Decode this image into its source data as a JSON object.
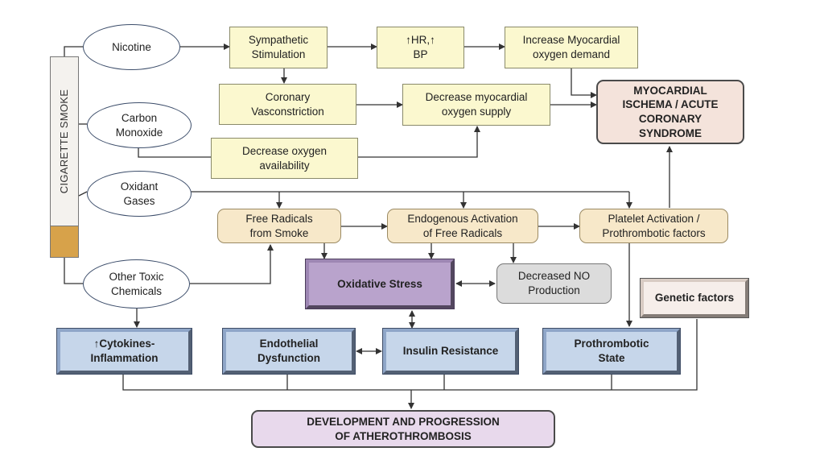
{
  "cigarette": {
    "label": "CIGARETTE SMOKE"
  },
  "sources": {
    "nicotine": "Nicotine",
    "carbon_monoxide": "Carbon\nMonoxide",
    "oxidant_gases": "Oxidant\nGases",
    "other_toxic": "Other Toxic\nChemicals"
  },
  "nodes": {
    "sympathetic": "Sympathetic\nStimulation",
    "hr_bp": "↑HR,↑\nBP",
    "increase_demand": "Increase Myocardial\noxygen demand",
    "coronary": "Coronary\nVasconstriction",
    "decrease_supply": "Decrease myocardial\noxygen supply",
    "myocardial_ischema": "MYOCARDIAL\nISCHEMA / ACUTE\nCORONARY\nSYNDROME",
    "decrease_oxygen": "Decrease oxygen\navailability",
    "free_radicals": "Free Radicals\nfrom Smoke",
    "endogenous": "Endogenous Activation\nof Free Radicals",
    "platelet": "Platelet Activation /\nProthrombotic factors",
    "oxidative_stress": "Oxidative Stress",
    "decreased_no": "Decreased NO\nProduction",
    "genetic": "Genetic factors",
    "cytokines": "↑Cytokines-\nInflammation",
    "endothelial": "Endothelial\nDysfunction",
    "insulin": "Insulin Resistance",
    "prothrombotic": "Prothrombotic\nState",
    "development": "DEVELOPMENT AND PROGRESSION\nOF ATHEROTHROMBOSIS"
  },
  "colors": {
    "ellipse_border": "#3d4e6b",
    "yellow_fill": "#fbf8cf",
    "tan_fill": "#f7e8c9",
    "blue_fill": "#c6d6ea",
    "purple_fill": "#b9a3cc",
    "pink_fill": "#f4e3db",
    "lavender_fill": "#e8d9ec",
    "filter_fill": "#d7a24a",
    "line": "#333333"
  }
}
